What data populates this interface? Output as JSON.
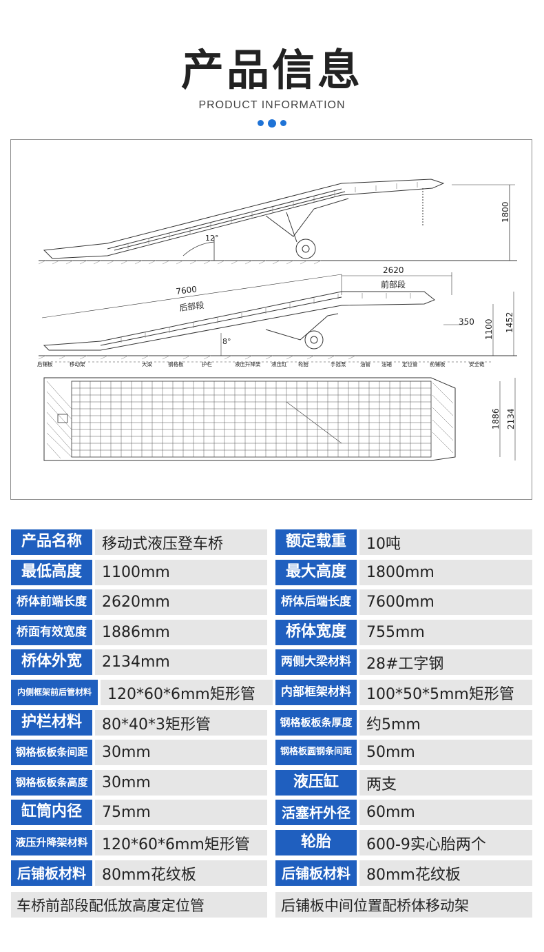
{
  "header": {
    "title": "产品信息",
    "subtitle": "PRODUCT INFORMATION"
  },
  "drawing": {
    "labels": {
      "h1800": "1800",
      "angle12": "12°",
      "len2620": "2620",
      "front": "前部段",
      "len7600": "7600",
      "rear": "后部段",
      "angle8": "8°",
      "d350": "350",
      "h1100": "1100",
      "h1452": "1452",
      "w1886": "1886",
      "w2134": "2134"
    },
    "parts": [
      "后铺板",
      "移动架",
      "大梁",
      "钢格板",
      "护栏",
      "液压升降架",
      "液压缸",
      "轮胎",
      "手摇泵",
      "油管",
      "油箱",
      "定位管",
      "前铺板",
      "安全链"
    ]
  },
  "specs": [
    {
      "l_label": "产品名称",
      "l_value": "移动式液压登车桥",
      "r_label": "额定载重",
      "r_value": "10吨"
    },
    {
      "l_label": "最低高度",
      "l_value": "1100mm",
      "r_label": "最大高度",
      "r_value": "1800mm"
    },
    {
      "l_label": "桥体前端长度",
      "l_value": "2620mm",
      "r_label": "桥体后端长度",
      "r_value": "7600mm"
    },
    {
      "l_label": "桥面有效宽度",
      "l_value": "1886mm",
      "r_label": "桥体宽度",
      "r_value": "755mm"
    },
    {
      "l_label": "桥体外宽",
      "l_value": "2134mm",
      "r_label": "两侧大梁材料",
      "r_value": "28#工字钢"
    },
    {
      "l_label": "内侧框架前后管材料",
      "l_value": "120*60*6mm矩形管",
      "r_label": "内部框架材料",
      "r_value": "100*50*5mm矩形管"
    },
    {
      "l_label": "护栏材料",
      "l_value": "80*40*3矩形管",
      "r_label": "钢格板板条厚度",
      "r_value": "约5mm"
    },
    {
      "l_label": "钢格板板条间距",
      "l_value": "30mm",
      "r_label": "钢格板圆钢条间距",
      "r_value": "50mm"
    },
    {
      "l_label": "钢格板板条高度",
      "l_value": "30mm",
      "r_label": "液压缸",
      "r_value": "两支"
    },
    {
      "l_label": "缸筒内径",
      "l_value": "75mm",
      "r_label": "活塞杆外径",
      "r_value": "60mm"
    },
    {
      "l_label": "液压升降架材料",
      "l_value": "120*60*6mm矩形管",
      "r_label": "轮胎",
      "r_value": "600-9实心胎两个"
    },
    {
      "l_label": "后铺板材料",
      "l_value": "80mm花纹板",
      "r_label": "后铺板材料",
      "r_value": "80mm花纹板"
    }
  ],
  "notes": {
    "left": "车桥前部段配低放高度定位管",
    "right": "后铺板中间位置配桥体移动架"
  }
}
